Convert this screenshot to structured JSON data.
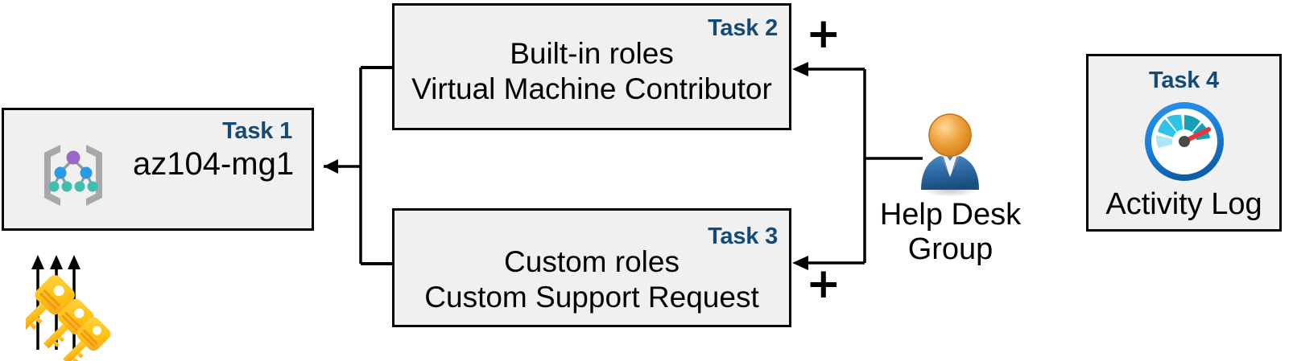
{
  "diagram": {
    "title": "Azure RBAC task diagram",
    "colors": {
      "task_label": "#134b76",
      "box_fill": "#f0f0f0",
      "box_border": "#000000",
      "connector": "#000000",
      "key_gold": "#ffc20e",
      "key_amber": "#f7a928",
      "gauge_ring": "#1a7fdc",
      "gauge_needle": "#e8343c",
      "gauge_segment_dark": "#17a0b4",
      "gauge_segment_mid": "#2ec4e8",
      "gauge_segment_light": "#aee5f7",
      "person_head": "#e89a30",
      "person_body": "#2f6ca8",
      "mg_bracket": "#a0a0a0",
      "mg_node_root": "#9a68c9",
      "mg_node_mid": "#2b9ae5",
      "mg_node_leaf": "#3bbfb0"
    }
  },
  "boxes": {
    "task1": {
      "label": "Task 1",
      "text": "az104-mg1",
      "icon": "management-group-icon"
    },
    "task2": {
      "label": "Task 2",
      "line1": "Built-in roles",
      "line2": "Virtual Machine Contributor"
    },
    "task3": {
      "label": "Task 3",
      "line1": "Custom roles",
      "line2": "Custom Support Request"
    },
    "task4": {
      "label": "Task 4",
      "text": "Activity Log",
      "icon": "gauge-icon"
    }
  },
  "actor": {
    "label": "Help Desk\nGroup",
    "icon": "user-person-icon"
  },
  "annotations": {
    "plus_task2": "+",
    "plus_task3": "+"
  },
  "decorations": {
    "keys": {
      "icon": "keys-icon",
      "count": 3
    },
    "arrows": {
      "to_task1": "arrow-left-into-task1",
      "to_task2": "arrow-left-into-task2",
      "to_task3": "arrow-left-into-task3"
    }
  }
}
